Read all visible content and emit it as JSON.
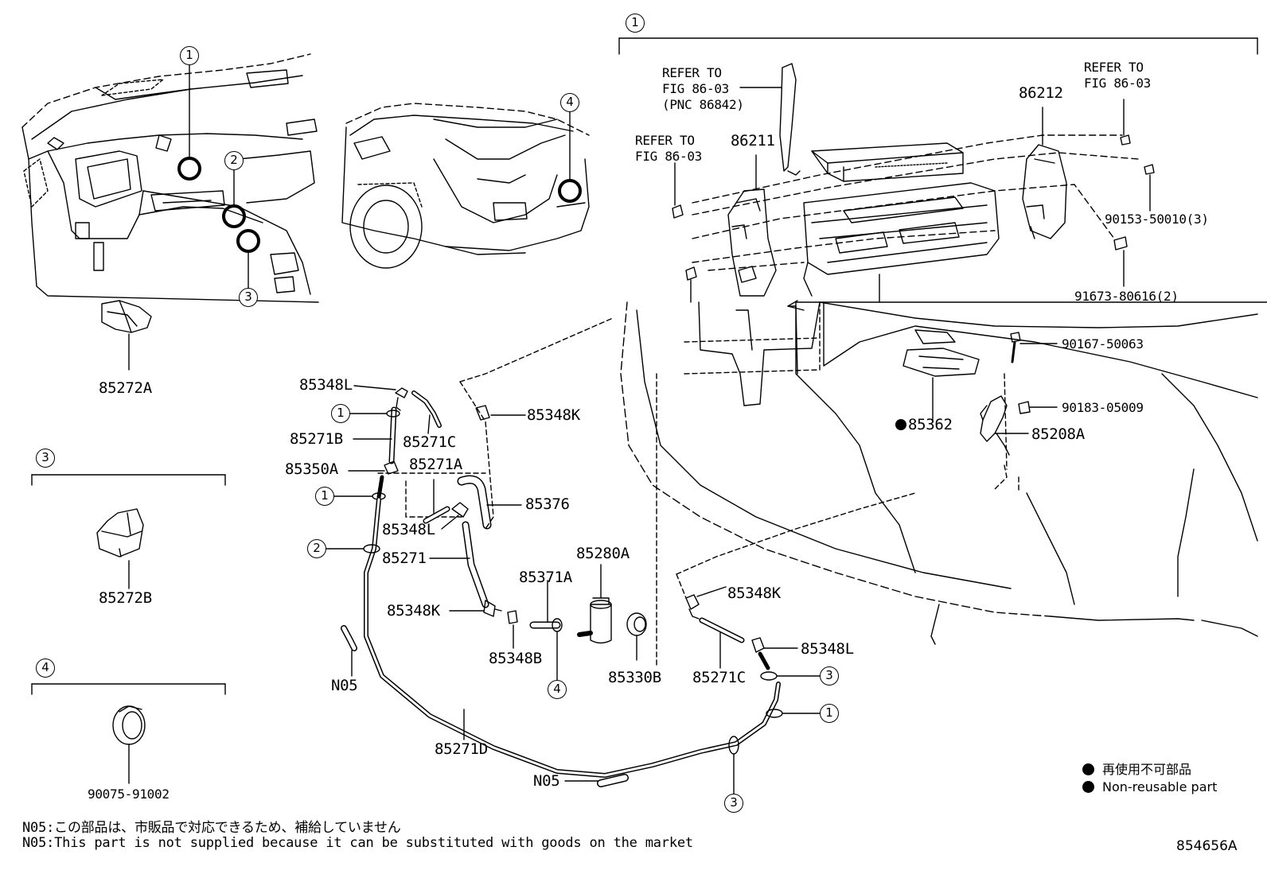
{
  "labels": {
    "p85272A": "85272A",
    "p85272B": "85272B",
    "p90075": "90075-91002",
    "p85348L_top": "85348L",
    "p85271B": "85271B",
    "p85271C_top": "85271C",
    "p85348K_top": "85348K",
    "p85350A": "85350A",
    "p85271A": "85271A",
    "p85376": "85376",
    "p85348L_mid": "85348L",
    "p85271": "85271",
    "p85280A": "85280A",
    "p85371A": "85371A",
    "p85348K_mid": "85348K",
    "p85348B": "85348B",
    "p85330B": "85330B",
    "p85348K_right": "85348K",
    "p85348L_right": "85348L",
    "p85271C_bottom": "85271C",
    "p85271D": "85271D",
    "pN05_left": "N05",
    "pN05_bottom": "N05",
    "p86212": "86212",
    "p86211": "86211",
    "p90153": "90153-50010(3)",
    "p91673": "91673-80616(2)",
    "p90167": "90167-50063",
    "p90183": "90183-05009",
    "p85362": "85362",
    "p85208A": "85208A"
  },
  "refs": {
    "ref1": "REFER TO\nFIG 86-03\n(PNC 86842)",
    "ref2": "REFER TO\nFIG 86-03",
    "ref3": "REFER TO\nFIG 86-03"
  },
  "callouts": {
    "c1": "1",
    "c2": "2",
    "c3": "3",
    "c4": "4"
  },
  "legend": {
    "jp": "再使用不可部品",
    "en": "Non-reusable part"
  },
  "notes": {
    "jp": "N05:この部品は、市販品で対応できるため、補給していません",
    "en": "N05:This part is not supplied because it can be substituted with goods on the market"
  },
  "illustration_code": "854656A"
}
